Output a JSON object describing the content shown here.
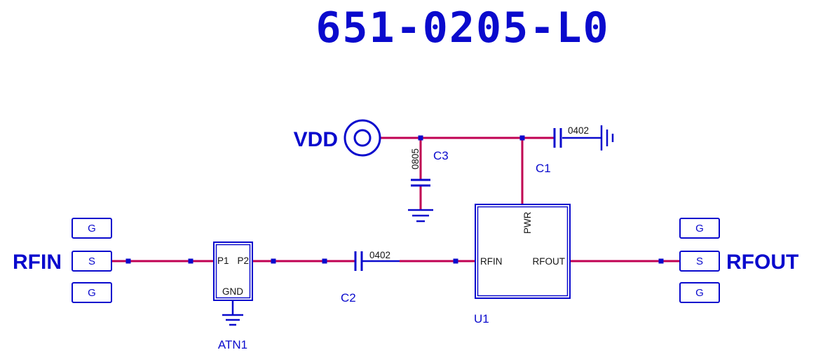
{
  "title": "651-0205-L0",
  "colors": {
    "accent_blue": "#0a0acd",
    "wire_magenta": "#c00052",
    "pin_text": "#151515",
    "background": "#ffffff"
  },
  "ports": {
    "vdd": "VDD",
    "rfin": "RFIN",
    "rfout": "RFOUT"
  },
  "pads": {
    "left": [
      "G",
      "S",
      "G"
    ],
    "right": [
      "G",
      "S",
      "G"
    ]
  },
  "components": {
    "c1": {
      "ref": "C1",
      "footprint": "0402"
    },
    "c2": {
      "ref": "C2",
      "footprint": "0402"
    },
    "c3": {
      "ref": "C3",
      "footprint": "0805"
    },
    "u1": {
      "ref": "U1",
      "pin_pwr": "PWR",
      "pin_rfin": "RFIN",
      "pin_rfout": "RFOUT"
    },
    "atn1": {
      "ref": "ATN1",
      "pin_p1": "P1",
      "pin_p2": "P2",
      "pin_gnd": "GND"
    }
  }
}
